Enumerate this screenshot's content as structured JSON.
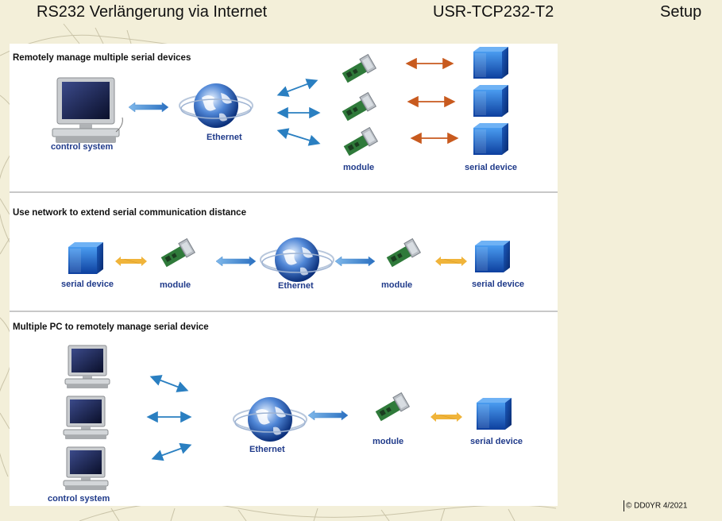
{
  "slide": {
    "title_left": "RS232 Verlängerung via Internet",
    "title_mid": "USR-TCP232-T2",
    "title_right": "Setup",
    "copyright": "© DD0YR 4/2021"
  },
  "sections": [
    {
      "heading": "Remotely manage multiple serial devices",
      "labels": {
        "control_system": "control system",
        "ethernet": "Ethernet",
        "module": "module",
        "serial_device": "serial device"
      }
    },
    {
      "heading": "Use network to extend serial communication distance",
      "labels": {
        "serial_device_left": "serial device",
        "module_left": "module",
        "ethernet": "Ethernet",
        "module_right": "module",
        "serial_device_right": "serial device"
      }
    },
    {
      "heading": "Multiple PC to remotely manage serial device",
      "labels": {
        "ethernet": "Ethernet",
        "module": "module",
        "serial_device": "serial device",
        "control_system": "control system"
      }
    }
  ],
  "colors": {
    "label_blue": "#1f3a8a",
    "arrow_blue": "#2a7fc1",
    "arrow_orange": "#c85a1e",
    "arrow_yellow": "#e8a92a",
    "cube_blue": "#1a5fc4",
    "pcb_green": "#2f7a3a"
  }
}
